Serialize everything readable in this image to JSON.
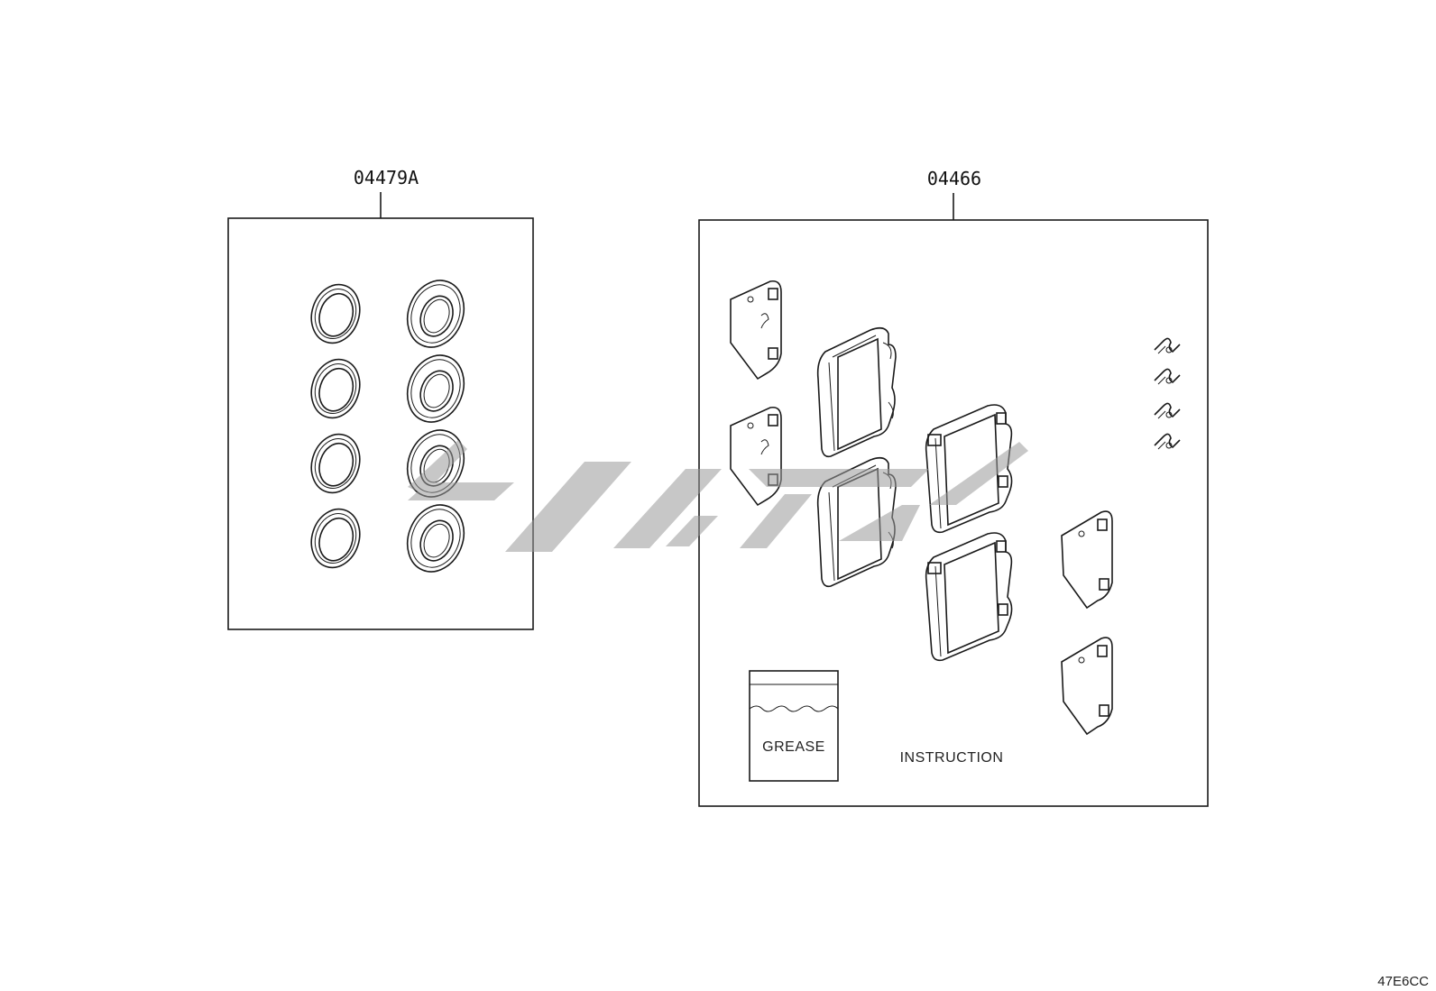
{
  "parts": {
    "left_kit": {
      "part_number": "04479A"
    },
    "right_kit": {
      "part_number": "04466"
    }
  },
  "labels": {
    "grease": "GREASE",
    "instruction": "INSTRUCTION"
  },
  "figure_id": "47E6CC",
  "icons": {
    "watermark": "watermark-logo-icon",
    "seal_ring": "seal-ring-icon",
    "dust_boot": "dust-boot-icon",
    "shim": "anti-squeal-shim-icon",
    "brake_pad": "brake-pad-icon",
    "clip": "spring-clip-icon",
    "grease_packet": "grease-packet-icon"
  },
  "colors": {
    "line": "#1a1a1a",
    "watermark": "#9a9a9a",
    "background": "#ffffff"
  }
}
